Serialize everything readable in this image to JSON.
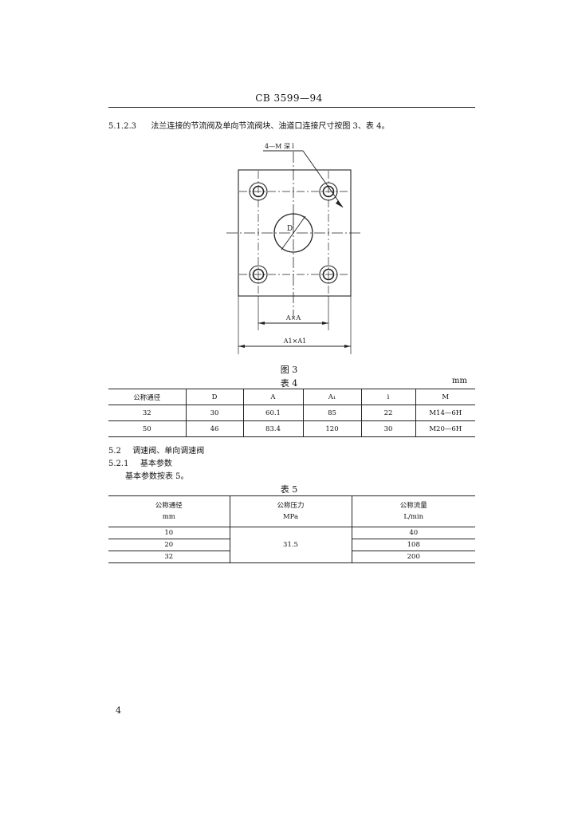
{
  "header": {
    "code": "CB 3599—94"
  },
  "clause_5_1_2_3": {
    "number": "5.1.2.3",
    "text": "法兰连接的节流阀及单向节流阀块、油道口连接尺寸按图 3、表 4。"
  },
  "figure3": {
    "callout": "4—M 深 l",
    "label_D": "D",
    "dim_A": "A×A",
    "dim_A1": "A1×A1",
    "caption": "图 3"
  },
  "table4": {
    "title": "表 4",
    "unit": "mm",
    "headers": [
      "公称通径",
      "D",
      "A",
      "A₁",
      "i",
      "M"
    ],
    "rows": [
      [
        "32",
        "30",
        "60.1",
        "85",
        "22",
        "M14—6H"
      ],
      [
        "50",
        "46",
        "83.4",
        "120",
        "30",
        "M20—6H"
      ]
    ]
  },
  "section_5_2": {
    "number": "5.2",
    "text": "调速阀、单向调速阀"
  },
  "section_5_2_1": {
    "number": "5.2.1",
    "text": "基本参数"
  },
  "para_5_2_1": "基本参数按表 5。",
  "table5": {
    "title": "表 5",
    "headers": [
      {
        "name": "公称通径",
        "unit": "mm"
      },
      {
        "name": "公称压力",
        "unit": "MPa"
      },
      {
        "name": "公称流量",
        "unit": "L/min"
      }
    ],
    "diameters": [
      "10",
      "20",
      "32"
    ],
    "pressure": "31.5",
    "flows": [
      "40",
      "108",
      "200"
    ]
  },
  "page_number": "4"
}
